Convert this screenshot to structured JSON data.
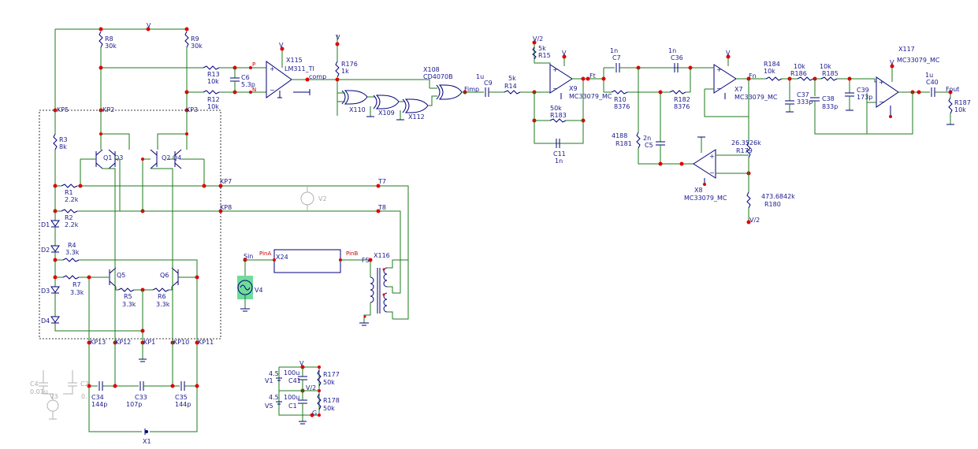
{
  "colors": {
    "wire": "#1e7a1e",
    "component": "#00007a",
    "label": "#1a1a8c",
    "junction": "#e00000",
    "ghost": "#b0b0b0",
    "source_fill": "#6fdc9a"
  },
  "labels": {
    "v_top": "V",
    "v_lm": "V",
    "v_r176": "V",
    "v_x9": "V",
    "v_x7": "V",
    "v_x117": "V",
    "v_half_r15": "V/2",
    "v_half_r180": "V/2",
    "R8": "R8",
    "R8v": "30k",
    "R9": "R9",
    "R9v": "30k",
    "R13": "R13",
    "R13v": "10k",
    "R12": "R12",
    "R12v": "10k",
    "C6": "C6",
    "C6v": "5.3p",
    "P": "P",
    "N": "N",
    "X115": "X115",
    "X115t": "LM311_TI",
    "comp": "comp",
    "R176": "R176",
    "R176v": "1k",
    "X108": "X108",
    "X108t": "CD4070B",
    "X110": "X110",
    "X109": "X109",
    "X112": "X112",
    "Fimp": "Fimp",
    "C9v": "1u",
    "C9": "C9",
    "R14v": "5k",
    "R14": "R14",
    "R15v": "5k",
    "R15": "R15",
    "X9": "X9",
    "X9t": "MC33079_MC",
    "R183v": "50k",
    "R183": "R183",
    "C11": "C11",
    "C11v": "1n",
    "Ft": "Ft",
    "C7v": "1n",
    "C7": "C7",
    "C36v": "1n",
    "C36": "C36",
    "R10": "R10",
    "R10v": "8376",
    "R182": "R182",
    "R182v": "8376",
    "X7": "X7",
    "X7t": "MC33079_MC",
    "Fn": "Fn",
    "R184": "R184",
    "R184v": "10k",
    "R186v": "10k",
    "R186": "R186",
    "R185v": "10k",
    "R185": "R185",
    "C37": "C37",
    "C37v": "333p",
    "C38": "C38",
    "C38v": "833p",
    "C39": "C39",
    "C39v": "173p",
    "X117": "X117",
    "X117t": "MC33079_MC",
    "C40v": "1u",
    "C40": "C40",
    "Fout": "Fout",
    "R187": "R187",
    "R187v": "10k",
    "R181v": "4188",
    "R181": "R181",
    "C5v": "2n",
    "C5": "C5",
    "R179v": "26.3526k",
    "R179": "R179",
    "X8": "X8",
    "X8t": "MC33079_MC",
    "R180v": "473.6842k",
    "R180": "R180",
    "KP5": "KP5",
    "KP2": "KP2",
    "KP3": "KP3",
    "R3": "R3",
    "R3v": "8k",
    "Q1Q3": "Q1 Q3",
    "Q2Q4": "Q2 Q4",
    "R1": "R1",
    "R1v": "2.2k",
    "R2": "R2",
    "R2v": "2.2k",
    "KP7": "KP7",
    "KP8": "KP8",
    "T7": "T7",
    "T8": "T8",
    "V2": "V2",
    "D1": "D1",
    "D2": "D2",
    "D3": "D3",
    "D4": "D4",
    "R4": "R4",
    "R4v": "3.3k",
    "R7": "R7",
    "R7v": "3.3k",
    "Q5": "Q5",
    "Q6": "Q6",
    "R5": "R5",
    "R5v": "3.3k",
    "R6": "R6",
    "R6v": "3.3k",
    "Sin": "Sin",
    "PinA": "PinA",
    "PinB": "PinB",
    "X24": "X24",
    "X116": "X116",
    "FS": "FS",
    "V4": "V4",
    "KP13": "KP13",
    "KP12": "KP12",
    "KP1": "KP1",
    "KP10": "KP10",
    "KP11": "KP11",
    "C34": "C34",
    "C34v": "144p",
    "C33": "C33",
    "C33v": "107p",
    "C35": "C35",
    "C35v": "144p",
    "X1": "X1",
    "C4": "C4",
    "C4v": "0.01u",
    "C2": "C2",
    "C2v": "0.",
    "V3": "V3",
    "V1": "V1",
    "V1v": "4.5",
    "V5": "V5",
    "V5v": "4.5",
    "C41v": "100u",
    "C41": "C41",
    "C1v": "100u",
    "C1": "C1",
    "R177": "R177",
    "R177v": "50k",
    "R178": "R178",
    "R178v": "50k",
    "vps_V": "V",
    "vps_V2": "V/2",
    "vps_G": "G"
  }
}
